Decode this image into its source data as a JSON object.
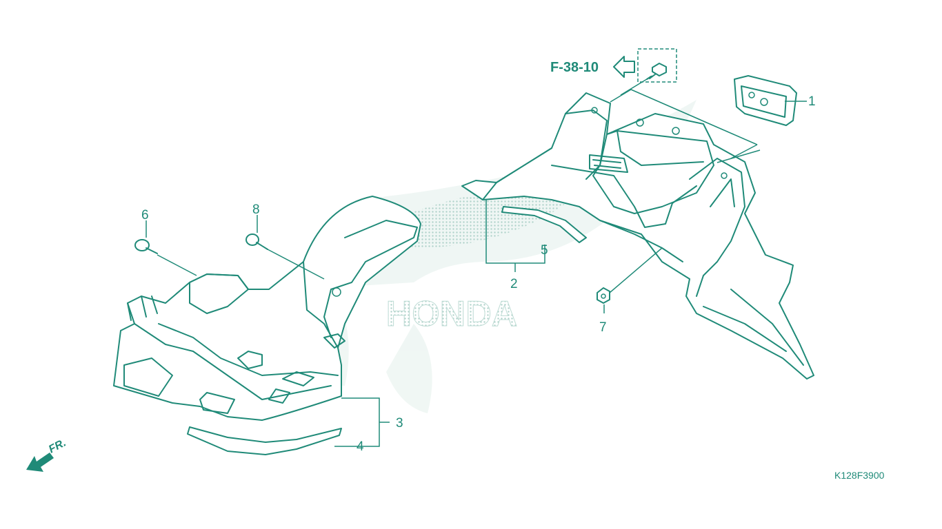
{
  "diagram": {
    "reference_label": "F-38-10",
    "front_label": "FR.",
    "part_code": "K128F3900",
    "watermark_text": "HONDA",
    "callouts": [
      "1",
      "2",
      "3",
      "4",
      "5",
      "6",
      "7",
      "8"
    ],
    "colors": {
      "line": "#1f8a78",
      "watermark": "#cfe6df",
      "background": "#ffffff"
    }
  }
}
